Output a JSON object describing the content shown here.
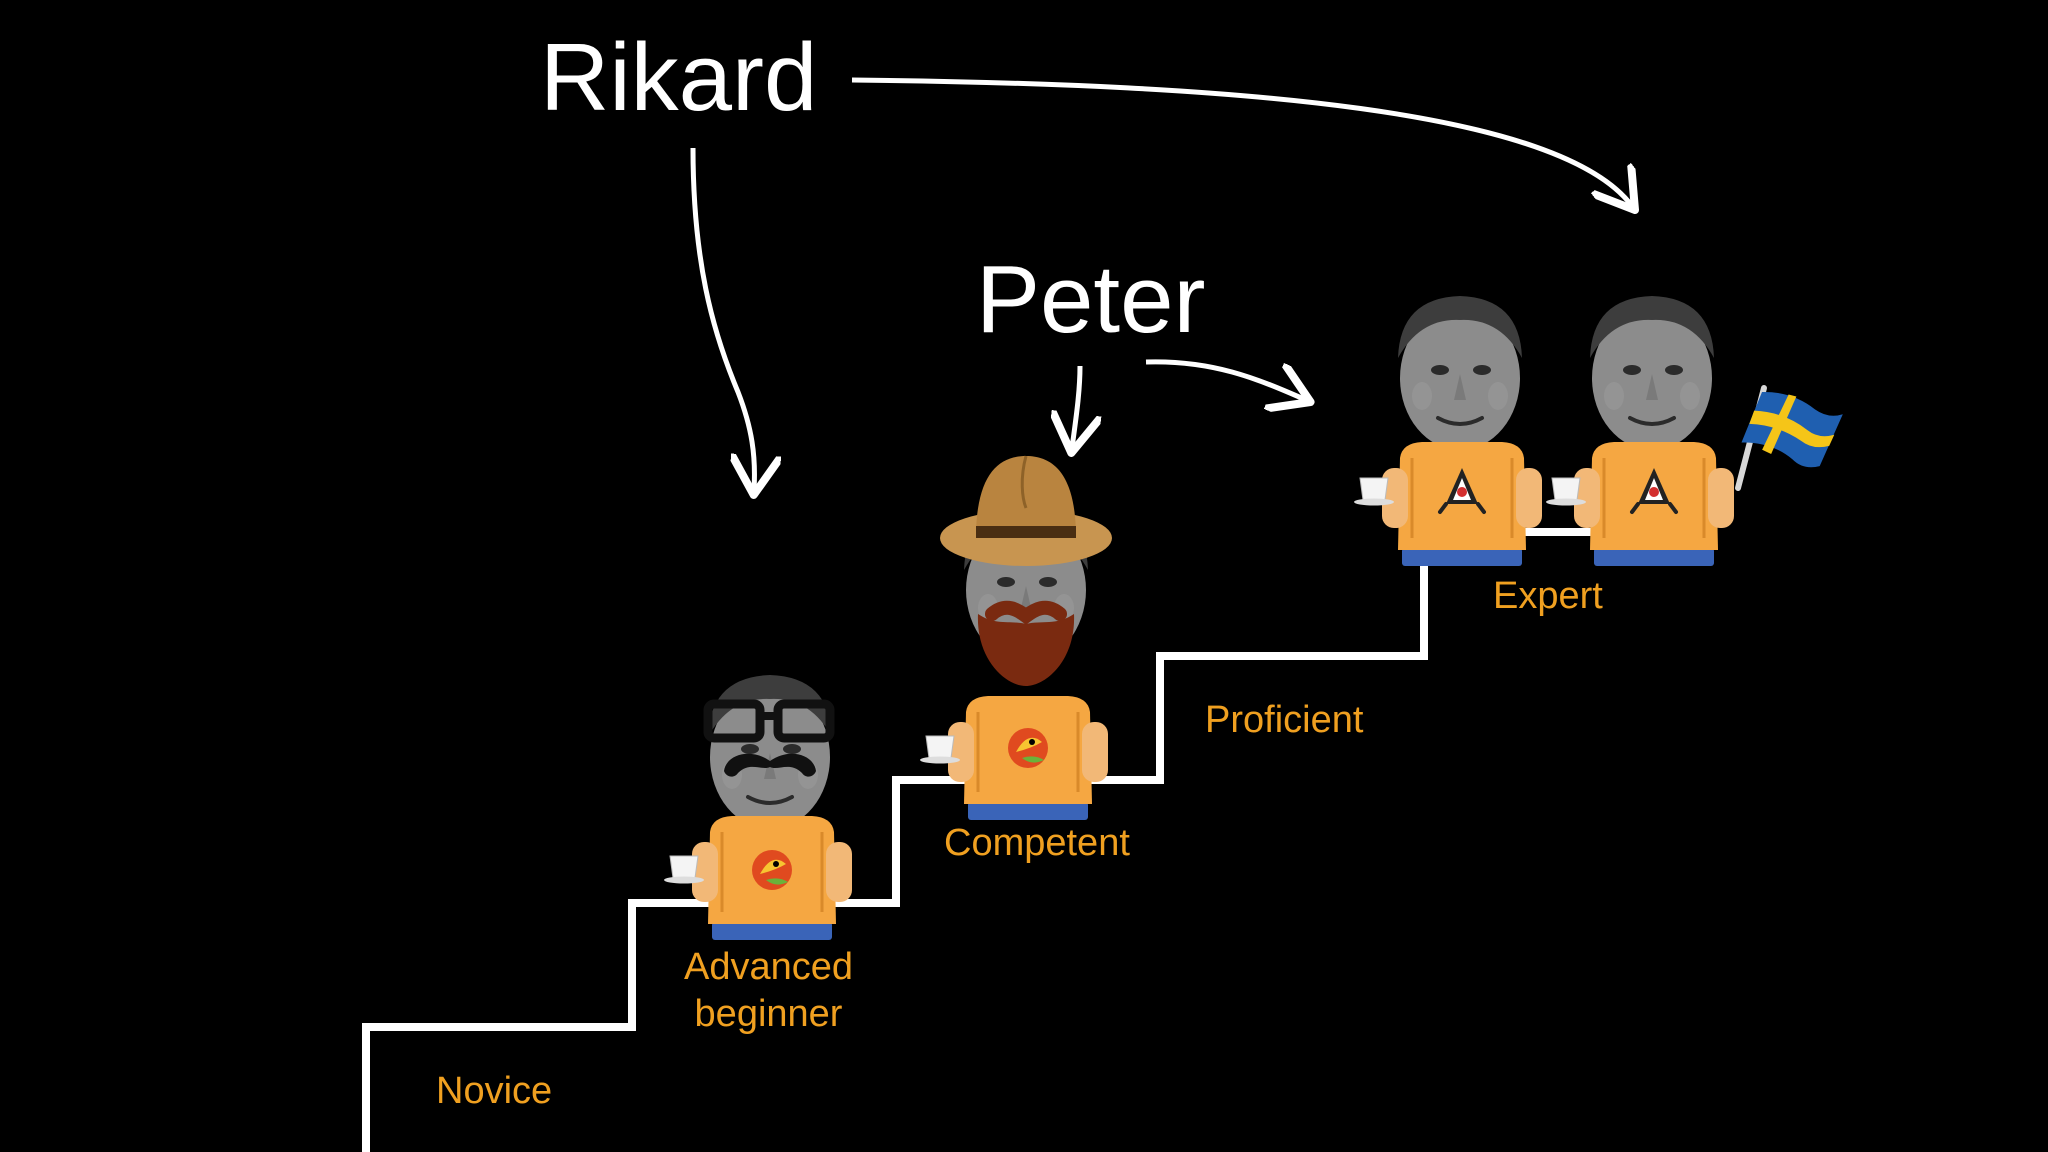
{
  "labels": {
    "rikard": "Rikard",
    "peter": "Peter"
  },
  "stages": {
    "novice": "Novice",
    "advanced_beginner_line1": "Advanced",
    "advanced_beginner_line2": "beginner",
    "competent": "Competent",
    "proficient": "Proficient",
    "expert": "Expert"
  },
  "colors": {
    "background": "#000000",
    "stairs": "#ffffff",
    "arrows": "#ffffff",
    "name_text": "#ffffff",
    "stage_text": "#f0a020",
    "mascot_shirt": "#f5a742",
    "mascot_pants": "#3a64b8",
    "mascot_skin": "#f2b877",
    "flag_blue": "#1f5fb0",
    "flag_yellow": "#f5c518"
  },
  "icons": {
    "glasses": "glasses-icon",
    "mustache": "mustache-icon",
    "hat": "hat-icon",
    "beard": "beard-icon",
    "flag": "swedish-flag-icon",
    "logo_bird": "bird-logo-icon",
    "logo_java": "java-duke-logo-icon",
    "cup": "coffee-cup-icon"
  }
}
